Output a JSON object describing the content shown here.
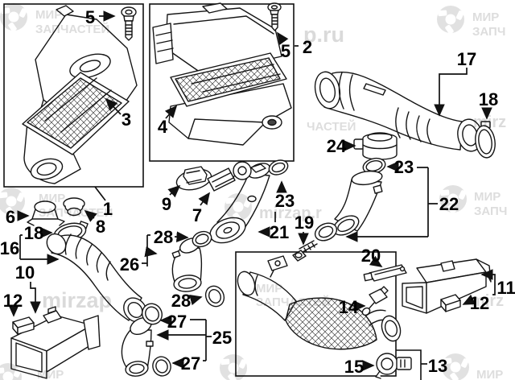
{
  "diagram": {
    "type": "exploded-parts-diagram",
    "subject": "air intake system parts diagram",
    "colors": {
      "line": "#151515",
      "background": "#ffffff",
      "watermark": "#d7d7d7"
    },
    "callouts": {
      "assembly_box1": "1",
      "assembly_box2": "2",
      "filter_box1": "3",
      "filter_box2": "4",
      "bolt_box1": "5",
      "bolt_box2": "5",
      "mount_bracket": "6",
      "valve": "7",
      "grommet": "8",
      "cover_cap": "9",
      "intake_duct_left": "10",
      "intake_duct_right": "11",
      "bumper_left": "12",
      "bumper_right": "12",
      "sensor_boxed": "13",
      "sensor_upper": "14",
      "sensor_lower": "15",
      "inlet_hose": "16",
      "outlet_duct": "17",
      "clamp_left": "18",
      "clamp_right": "18",
      "bolt_small": "19",
      "bracket_small": "20",
      "center_tube": "21",
      "elbow_duct_right": "22",
      "seal_center": "23",
      "seal_right": "23",
      "maf_sensor": "24",
      "lower_elbow": "25",
      "center_elbow": "26",
      "seal_lower_top": "27",
      "seal_lower_bottom": "27",
      "seal_mid_top": "28",
      "seal_mid_bottom": "28"
    },
    "watermark": {
      "brand_line1": "МИР",
      "brand_line2": "ЗАПЧАСТЕЙ",
      "brand_line2_short": "ЗАПЧ",
      "brand_fragment": "ЧАСТЕЙ",
      "domain_word": "mirzap",
      "domain_fragment_1": "p.ru",
      "domain_fragment_2": "mirz",
      "domain_fragment_3": "mirzap.r"
    }
  }
}
